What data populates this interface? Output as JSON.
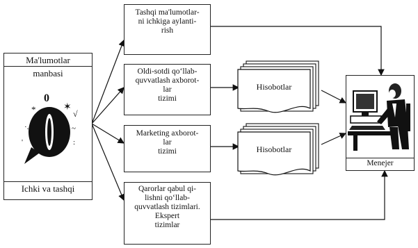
{
  "source": {
    "title_line1": "Ma'lumotlar",
    "title_line2": "manbasi",
    "caption": "Ichki va tashqi"
  },
  "systems": [
    {
      "lines": [
        "Tashqi ma'lumotlar-",
        "ni ichkiga aylanti-",
        "rish"
      ]
    },
    {
      "lines": [
        "Oldi-sotdi qo‘llab-",
        "quvvatlash axborot-",
        "lar",
        "tizimi"
      ]
    },
    {
      "lines": [
        "Marketing axborot-",
        "lar",
        "tizimi"
      ]
    },
    {
      "lines": [
        "Qarorlar qabul qi-",
        "lishni qo‘llab-",
        "quvvatlash tizimlari.",
        "Ekspert",
        "tizimlar"
      ]
    }
  ],
  "reports": [
    {
      "label": "Hisobotlar"
    },
    {
      "label": "Hisobotlar"
    }
  ],
  "manager": {
    "label": "Menejer"
  }
}
